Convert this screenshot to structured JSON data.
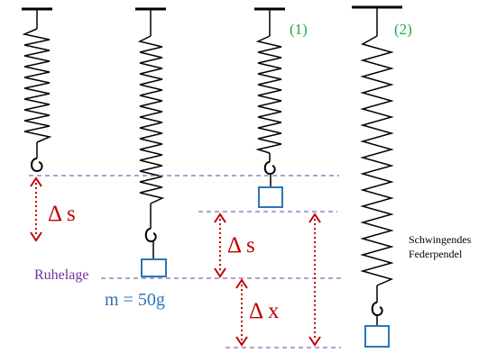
{
  "labels": {
    "spring_1": "(1)",
    "spring_2": "(2)",
    "delta_s_top": "Δ s",
    "delta_s_mid": "Δ s",
    "delta_x": "Δ x",
    "ruhelage": "Ruhelage",
    "mass": "m = 50g",
    "caption_line1": "Schwingendes",
    "caption_line2": "Federpendel"
  },
  "colors": {
    "ink": "#000000",
    "dimension_red": "#c00000",
    "spring_number_green": "#22aa44",
    "ruhelage_purple": "#7030a0",
    "mass_blue": "#2e75b6",
    "dashed_purple": "#8e5fb5",
    "mass_box_blue": "#2e75b6"
  }
}
